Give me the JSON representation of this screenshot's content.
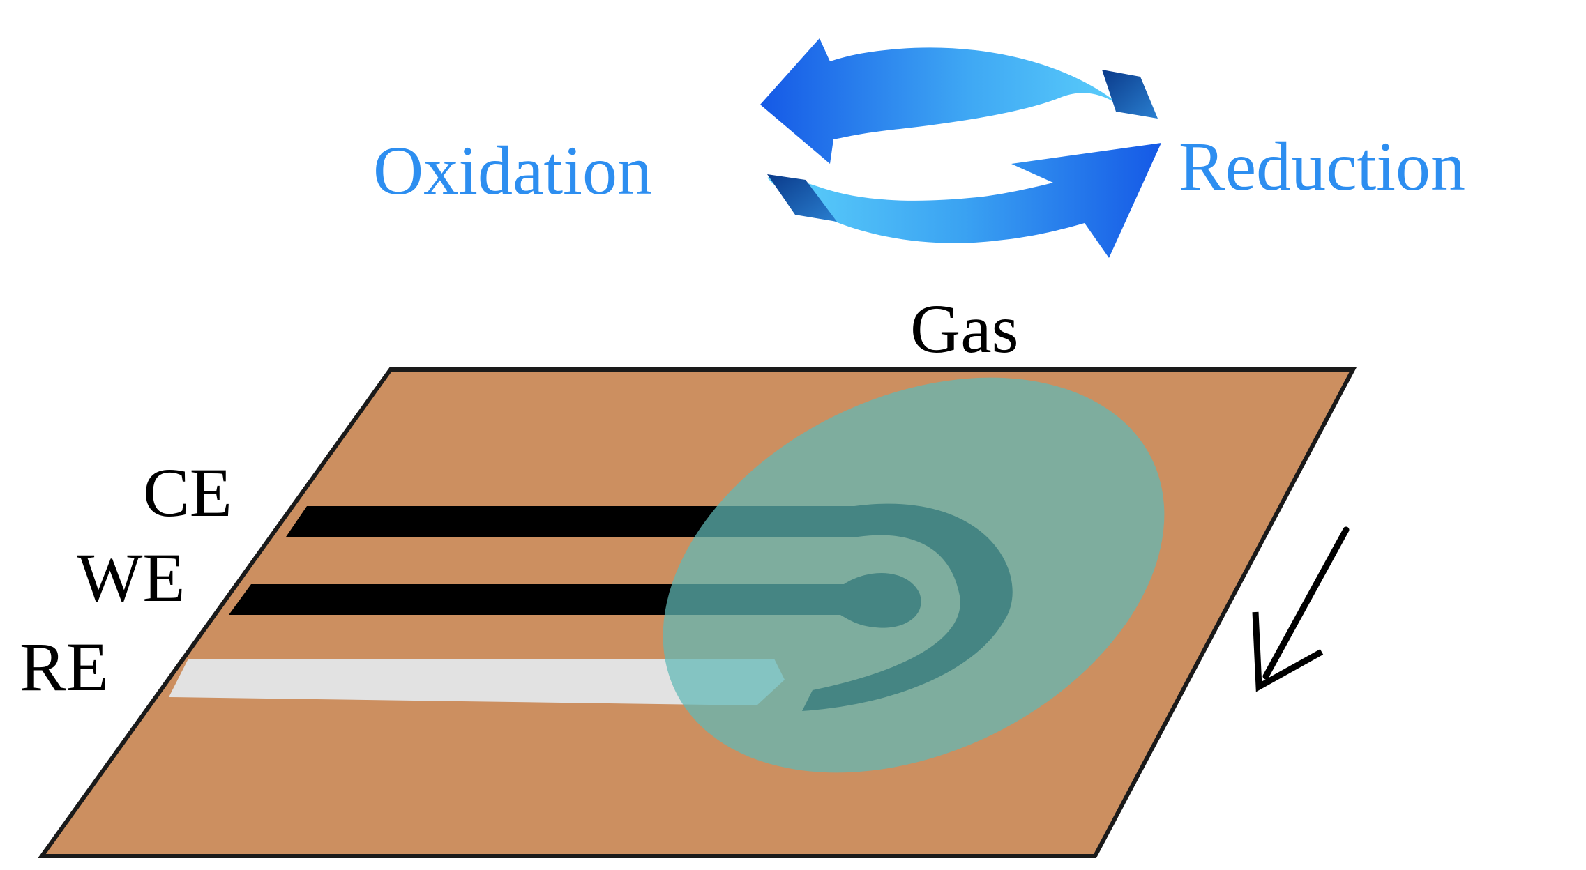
{
  "labels": {
    "oxidation": "Oxidation",
    "reduction": "Reduction",
    "gas": "Gas",
    "ce": "CE",
    "we": "WE",
    "re": "RE"
  },
  "colors": {
    "substrate": "#cc8f60",
    "electrode_dark": "#000000",
    "electrode_reference": "#e0e0e0",
    "gas_cloud": "#5fb8b6",
    "cycle_arrow_light": "#4cc6f6",
    "cycle_arrow_dark": "#1559e6",
    "cycle_text": "#2d8ef0"
  },
  "icons": {
    "cycle": "redox-cycle-arrows-icon",
    "direction": "arrow-down-left-icon"
  }
}
